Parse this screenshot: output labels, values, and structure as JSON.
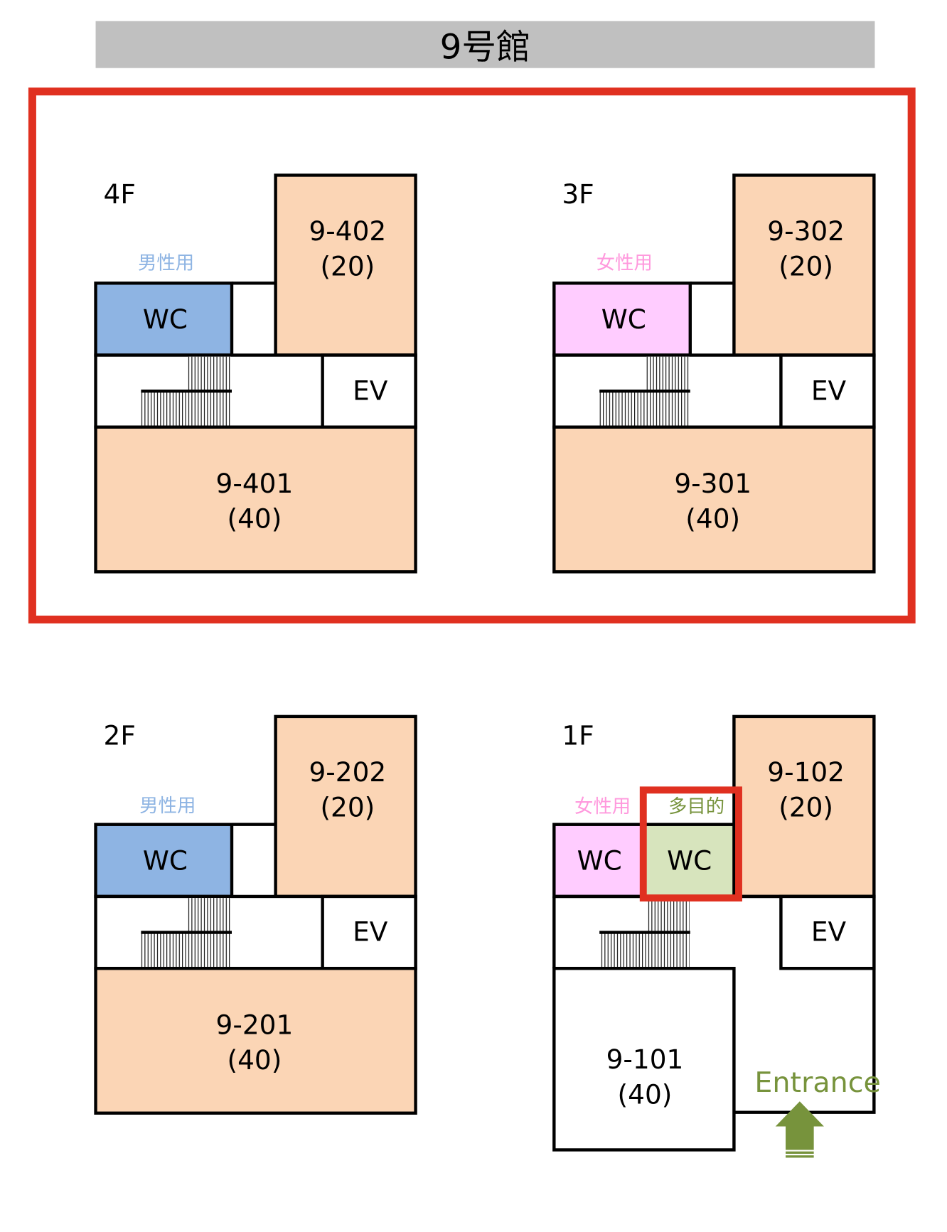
{
  "title": "9号館",
  "colors": {
    "classroom": "#fbd5b5",
    "wc_male": "#8eb4e3",
    "wc_female": "#ffccff",
    "wc_multi": "#d7e4bd",
    "label_male": "#8eb4e3",
    "label_female": "#ff99dd",
    "label_multi": "#77933c",
    "highlight": "#e03020",
    "title_bar": "#c0c0c0"
  },
  "floors": {
    "f4": {
      "label": "4F",
      "wc_label": "男性用",
      "wc": "WC",
      "ev": "EV",
      "room_a": "9-402",
      "room_a_cap": "(20)",
      "room_b": "9-401",
      "room_b_cap": "(40)"
    },
    "f3": {
      "label": "3F",
      "wc_label": "女性用",
      "wc": "WC",
      "ev": "EV",
      "room_a": "9-302",
      "room_a_cap": "(20)",
      "room_b": "9-301",
      "room_b_cap": "(40)"
    },
    "f2": {
      "label": "2F",
      "wc_label": "男性用",
      "wc": "WC",
      "ev": "EV",
      "room_a": "9-202",
      "room_a_cap": "(20)",
      "room_b": "9-201",
      "room_b_cap": "(40)"
    },
    "f1": {
      "label": "1F",
      "wc_label": "女性用",
      "wc": "WC",
      "multi_label": "多目的",
      "multi_wc": "WC",
      "ev": "EV",
      "room_a": "9-102",
      "room_a_cap": "(20)",
      "room_b": "9-101",
      "room_b_cap": "(40)",
      "entrance": "Entrance"
    }
  }
}
